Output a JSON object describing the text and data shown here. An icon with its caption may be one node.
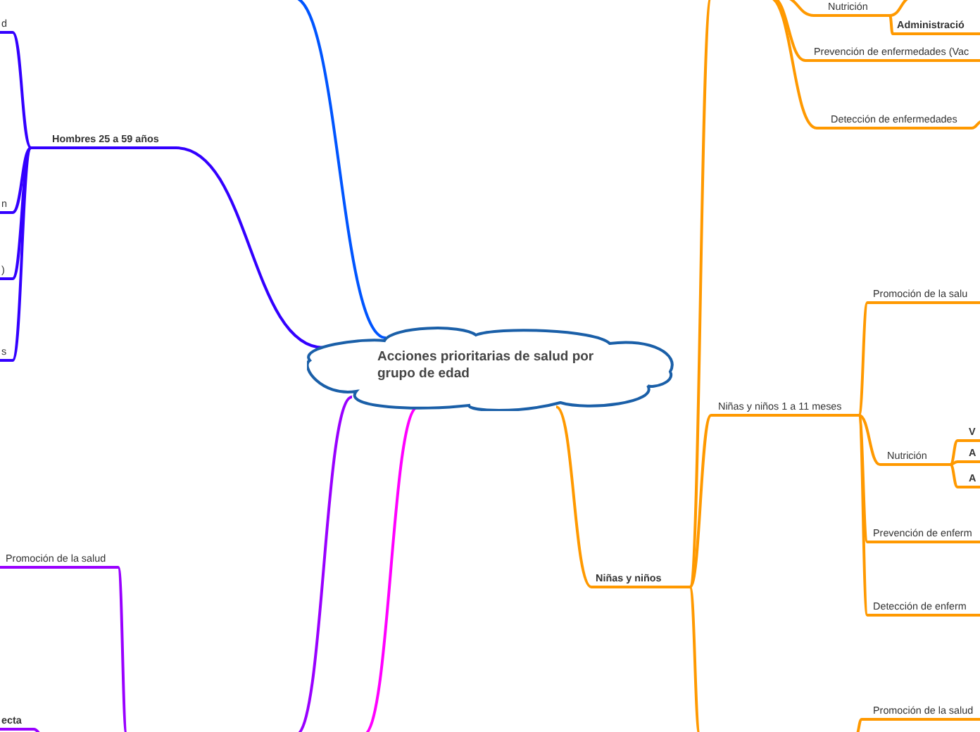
{
  "diagram": {
    "nodes": [
      {
        "text": [
          "Acciones prioritarias de salud por grupo de edad"
        ]
      },
      {
        "text": [
          "Hombres 25 a 59 años"
        ]
      },
      {
        "text": [
          "d"
        ]
      },
      {
        "text": [
          "n"
        ]
      },
      {
        "text": [
          ")"
        ]
      },
      {
        "text": [
          "s"
        ]
      },
      {
        "text": [
          "Niñas y niños"
        ]
      },
      {
        "text": [
          "Nutrición"
        ]
      },
      {
        "text": [
          "Administració"
        ]
      },
      {
        "text": [
          "Prevención de enfermedades (Vac"
        ]
      },
      {
        "text": [
          "Detección de enfermedades"
        ]
      },
      {
        "text": [
          "Niñas y niños 1 a 11 meses"
        ]
      },
      {
        "text": [
          "Promoción de la salu"
        ]
      },
      {
        "text": [
          "Nutrición"
        ]
      },
      {
        "text": [
          "V"
        ]
      },
      {
        "text": [
          "A"
        ]
      },
      {
        "text": [
          "A"
        ]
      },
      {
        "text": [
          "Prevención de enferm"
        ]
      },
      {
        "text": [
          "Detección de enferm"
        ]
      },
      {
        "text": [
          "Promoción de la salud"
        ]
      },
      {
        "text": [
          "Promoción de la salud"
        ]
      },
      {
        "text": [
          "ecta"
        ]
      }
    ],
    "edges": [
      {
        "from": 0,
        "to": 1,
        "arrow": "none",
        "color": "#3300ff"
      },
      {
        "from": 1,
        "to": 2,
        "arrow": "none",
        "color": "#3300ff"
      },
      {
        "from": 1,
        "to": 3,
        "arrow": "none",
        "color": "#3300ff"
      },
      {
        "from": 1,
        "to": 4,
        "arrow": "none",
        "color": "#3300ff"
      },
      {
        "from": 1,
        "to": 5,
        "arrow": "none",
        "color": "#3300ff"
      },
      {
        "from": 0,
        "to": null,
        "arrow": "none",
        "color": "#0055ff"
      },
      {
        "from": 0,
        "to": 6,
        "arrow": "none"
      },
      {
        "from": 6,
        "to": null,
        "arrow": "none"
      },
      {
        "from": null,
        "to": 7,
        "arrow": "none"
      },
      {
        "from": 7,
        "to": null,
        "arrow": "none"
      },
      {
        "from": 7,
        "to": 8,
        "arrow": "none"
      },
      {
        "from": null,
        "to": 9,
        "arrow": "none"
      },
      {
        "from": null,
        "to": 10,
        "arrow": "none"
      },
      {
        "from": 10,
        "to": null,
        "arrow": "none"
      },
      {
        "from": 6,
        "to": 11,
        "arrow": "none"
      },
      {
        "from": 11,
        "to": 12,
        "arrow": "none"
      },
      {
        "from": 11,
        "to": 13,
        "arrow": "none"
      },
      {
        "from": 13,
        "to": 14,
        "arrow": "none"
      },
      {
        "from": 13,
        "to": 15,
        "arrow": "none"
      },
      {
        "from": 13,
        "to": 16,
        "arrow": "none"
      },
      {
        "from": 11,
        "to": 17,
        "arrow": "none"
      },
      {
        "from": 11,
        "to": 18,
        "arrow": "none"
      },
      {
        "from": 6,
        "to": null,
        "arrow": "none"
      },
      {
        "from": null,
        "to": 19,
        "arrow": "none"
      },
      {
        "from": 0,
        "to": null,
        "arrow": "none",
        "color": "#9900ff"
      },
      {
        "from": null,
        "to": 20,
        "arrow": "none",
        "color": "#9900ff"
      },
      {
        "from": null,
        "to": 21,
        "arrow": "none",
        "color": "#9900ff"
      },
      {
        "from": 0,
        "to": null,
        "arrow": "none",
        "color": "#ff00ff"
      }
    ]
  }
}
